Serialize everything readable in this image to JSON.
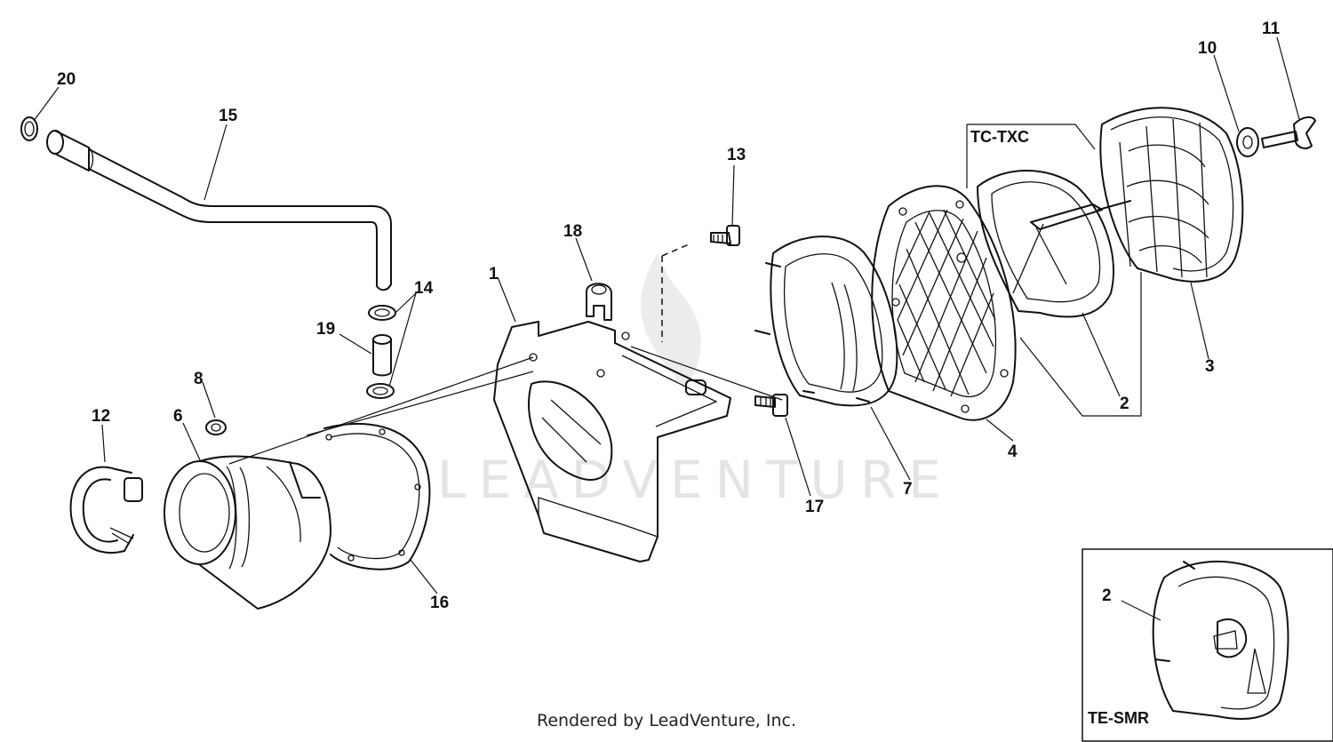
{
  "watermark": "LEADVENTURE",
  "footer": "Rendered by LeadVenture, Inc.",
  "callouts": {
    "c1": "1",
    "c2a": "2",
    "c2b": "2",
    "c3": "3",
    "c4": "4",
    "c6": "6",
    "c7": "7",
    "c8": "8",
    "c10": "10",
    "c11": "11",
    "c12": "12",
    "c13": "13",
    "c14": "14",
    "c15": "15",
    "c16": "16",
    "c17": "17",
    "c18": "18",
    "c19": "19",
    "c20": "20"
  },
  "variants": {
    "main": "TC-TXC",
    "inset": "TE-SMR"
  }
}
